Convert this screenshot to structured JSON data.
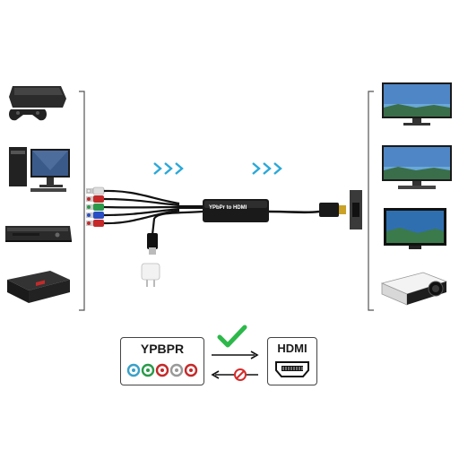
{
  "adapter": {
    "label": "YPbPr to HDMI"
  },
  "legend": {
    "source_label": "YPBPR",
    "target_label": "HDMI",
    "supported_direction_icon": "check-icon",
    "unsupported_direction_icon": "no-entry-icon"
  },
  "sources": [
    {
      "icon": "game-console-icon"
    },
    {
      "icon": "desktop-computer-icon"
    },
    {
      "icon": "dvd-player-icon"
    },
    {
      "icon": "set-top-box-icon"
    }
  ],
  "displays": [
    {
      "icon": "monitor-icon"
    },
    {
      "icon": "monitor-icon"
    },
    {
      "icon": "tv-icon"
    },
    {
      "icon": "projector-icon"
    }
  ],
  "colors": {
    "arrow": "#29a8d8",
    "check": "#2db84a",
    "no_entry": "#d62b2b",
    "cable": "#111111",
    "red_plug": "#c42a2a",
    "green_plug": "#2a9a4a",
    "blue_plug": "#2a4fc4"
  }
}
